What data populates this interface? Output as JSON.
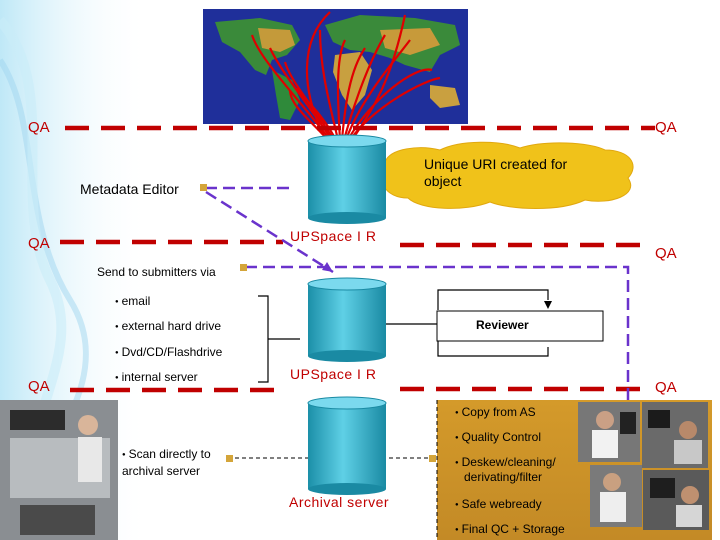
{
  "qa_label": "QA",
  "metadata_editor": "Metadata Editor",
  "cloud_lines": [
    "Unique URI created for",
    "object"
  ],
  "upspace_label": "UPSpace  I R",
  "send_to": "Send to submitters via",
  "send_items": [
    "email",
    "external hard drive",
    "Dvd/CD/Flashdrive",
    "internal server"
  ],
  "reviewer": "Reviewer",
  "scan_lines": [
    "Scan directly to",
    "archival server"
  ],
  "archival_server": "Archival server",
  "steps": [
    "Copy from AS",
    "Quality Control",
    "Deskew/cleaning/",
    "derivating/filter",
    "Safe webready",
    "Final QC + Storage"
  ],
  "colors": {
    "qa_line": "#c00000",
    "flow": "#6a33cc",
    "cylinder": "#33b3cc",
    "panel": "#cc9933",
    "cloud": "#f0c21a"
  }
}
